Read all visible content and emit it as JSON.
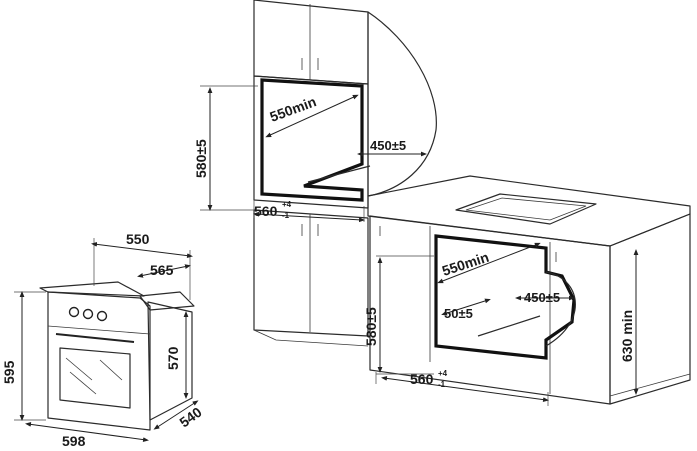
{
  "colors": {
    "background": "#ffffff",
    "line": "#2b2b2b",
    "cutout": "#111111",
    "cabinet_light": "#f6f6f6",
    "cabinet_mid": "#e2e2e2",
    "cabinet_dark": "#c6c6c6",
    "worktop": "#d9d9d9"
  },
  "oven": {
    "width": "598",
    "height": "595",
    "depth_total": "565",
    "depth_body": "550",
    "body_height": "570",
    "body_depth": "540"
  },
  "wall_unit": {
    "cavity_height": "580±5",
    "cavity_depth": "550min",
    "vent_depth": "450±5",
    "cavity_width_base": "560",
    "cavity_width_tol_plus": "+4",
    "cavity_width_tol_minus": "-1"
  },
  "under_counter": {
    "cavity_height": "580±5",
    "cavity_depth": "550min",
    "vent_depth": "450±5",
    "vent_gap": "50±5",
    "cavity_width_base": "560",
    "cavity_width_tol_plus": "+4",
    "cavity_width_tol_minus": "-1",
    "counter_height": "630 min"
  }
}
